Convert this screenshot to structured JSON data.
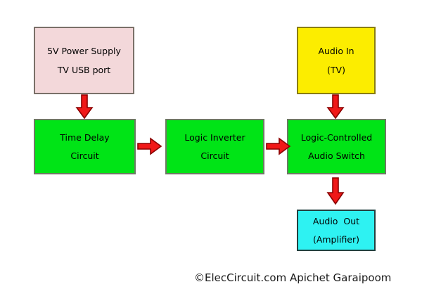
{
  "diagram": {
    "title": "Logic-controlled TV audio switch block diagram",
    "background_color": "#ffffff",
    "blocks": [
      {
        "id": "power-supply",
        "name": "power-supply-block",
        "lines": [
          "5V Power Supply",
          "TV USB port"
        ],
        "fill_color": "#f3d8da",
        "border_color": "#7a7068"
      },
      {
        "id": "time-delay",
        "name": "time-delay-circuit-block",
        "lines": [
          "Time Delay",
          "Circuit"
        ],
        "fill_color": "#00e416",
        "border_color": "#6d7a63"
      },
      {
        "id": "logic-inverter",
        "name": "logic-inverter-circuit-block",
        "lines": [
          "Logic Inverter",
          "Circuit"
        ],
        "fill_color": "#00e416",
        "border_color": "#6d7a63"
      },
      {
        "id": "audio-switch",
        "name": "logic-controlled-audio-switch-block",
        "lines": [
          "Logic-Controlled",
          "Audio Switch"
        ],
        "fill_color": "#00e416",
        "border_color": "#6d7a63"
      },
      {
        "id": "audio-in",
        "name": "audio-in-block",
        "lines": [
          "Audio In",
          "(TV)"
        ],
        "fill_color": "#fced00",
        "border_color": "#8a7d10"
      },
      {
        "id": "audio-out",
        "name": "audio-out-block",
        "lines": [
          "Audio  Out",
          "(Amplifier)"
        ],
        "fill_color": "#2ef2f2",
        "border_color": "#23403f"
      }
    ],
    "arrows": [
      {
        "id": "power-to-delay",
        "direction": "down",
        "from": "power-supply",
        "to": "time-delay"
      },
      {
        "id": "delay-to-inverter",
        "direction": "right",
        "from": "time-delay",
        "to": "logic-inverter"
      },
      {
        "id": "inverter-to-switch",
        "direction": "right",
        "from": "logic-inverter",
        "to": "audio-switch"
      },
      {
        "id": "audioin-to-switch",
        "direction": "down",
        "from": "audio-in",
        "to": "audio-switch"
      },
      {
        "id": "switch-to-audioout",
        "direction": "down",
        "from": "audio-switch",
        "to": "audio-out"
      }
    ],
    "arrow_fill_color": "#f01818",
    "arrow_border_color": "#8a0000",
    "credit": "©ElecCircuit.com Apichet Garaipoom"
  }
}
